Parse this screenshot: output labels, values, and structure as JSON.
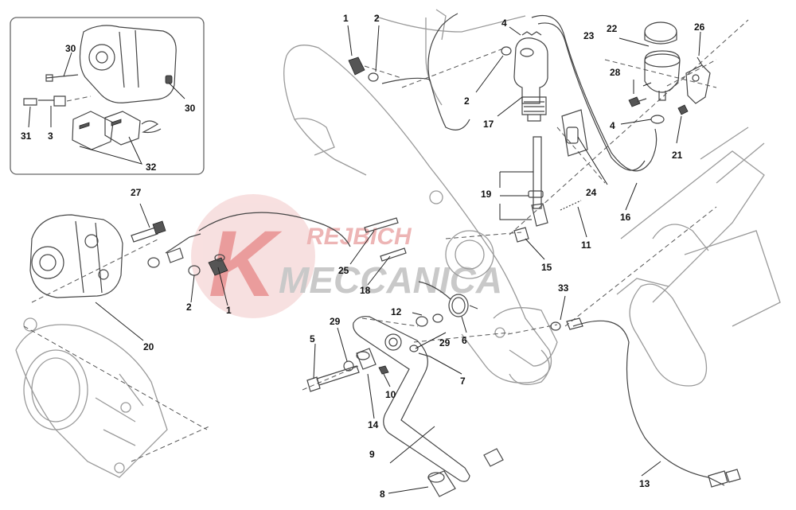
{
  "watermark": {
    "line1": "REJBICH",
    "line2": "MECCANICA",
    "letter": "K",
    "color_red": "#e06060",
    "color_gray": "#9e9e9e"
  },
  "callouts": [
    {
      "id": "c1",
      "text": "1"
    },
    {
      "id": "c2",
      "text": "2"
    },
    {
      "id": "c4",
      "text": "4"
    },
    {
      "id": "c2b",
      "text": "2"
    },
    {
      "id": "c17",
      "text": "17"
    },
    {
      "id": "c22",
      "text": "22"
    },
    {
      "id": "c23",
      "text": "23"
    },
    {
      "id": "c26",
      "text": "26"
    },
    {
      "id": "c28",
      "text": "28"
    },
    {
      "id": "c4b",
      "text": "4"
    },
    {
      "id": "c21",
      "text": "21"
    },
    {
      "id": "c19",
      "text": "19"
    },
    {
      "id": "c24",
      "text": "24"
    },
    {
      "id": "c16",
      "text": "16"
    },
    {
      "id": "c11",
      "text": "11"
    },
    {
      "id": "c15",
      "text": "15"
    },
    {
      "id": "c25",
      "text": "25"
    },
    {
      "id": "c18",
      "text": "18"
    },
    {
      "id": "c12",
      "text": "12"
    },
    {
      "id": "c6",
      "text": "6"
    },
    {
      "id": "c29a",
      "text": "29"
    },
    {
      "id": "c29b",
      "text": "29"
    },
    {
      "id": "c5",
      "text": "5"
    },
    {
      "id": "c10",
      "text": "10"
    },
    {
      "id": "c7",
      "text": "7"
    },
    {
      "id": "c14",
      "text": "14"
    },
    {
      "id": "c9",
      "text": "9"
    },
    {
      "id": "c8",
      "text": "8"
    },
    {
      "id": "c33",
      "text": "33"
    },
    {
      "id": "c13",
      "text": "13"
    },
    {
      "id": "c27",
      "text": "27"
    },
    {
      "id": "c2c",
      "text": "2"
    },
    {
      "id": "c1b",
      "text": "1"
    },
    {
      "id": "c20",
      "text": "20"
    },
    {
      "id": "c30a",
      "text": "30"
    },
    {
      "id": "c30b",
      "text": "30"
    },
    {
      "id": "c31",
      "text": "31"
    },
    {
      "id": "c3",
      "text": "3"
    },
    {
      "id": "c32",
      "text": "32"
    }
  ]
}
